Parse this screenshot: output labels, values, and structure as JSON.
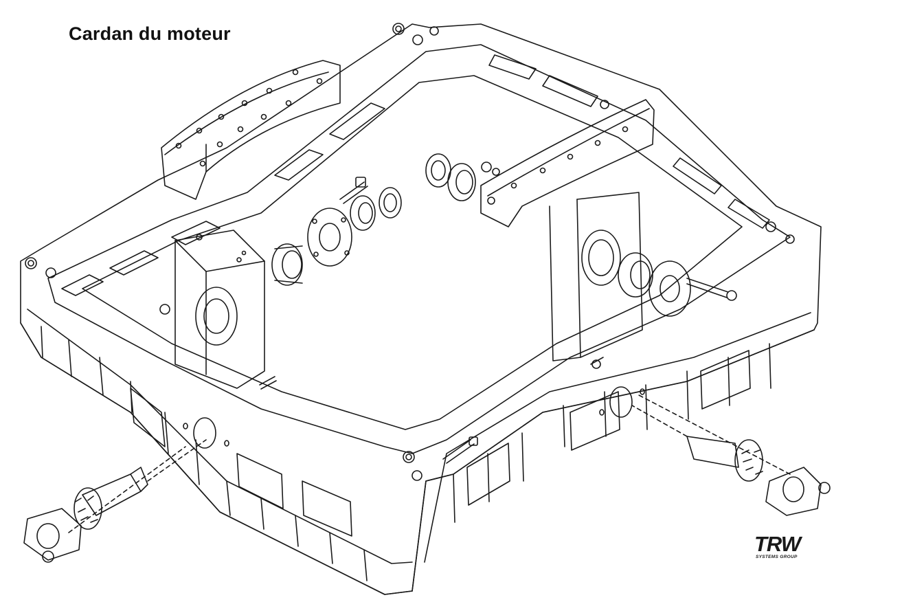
{
  "title": "Cardan du moteur",
  "logo": {
    "name": "TRW",
    "subtitle": "SYSTEMS GROUP"
  },
  "colors": {
    "ink": "#1a1a1a",
    "background": "#ffffff"
  }
}
